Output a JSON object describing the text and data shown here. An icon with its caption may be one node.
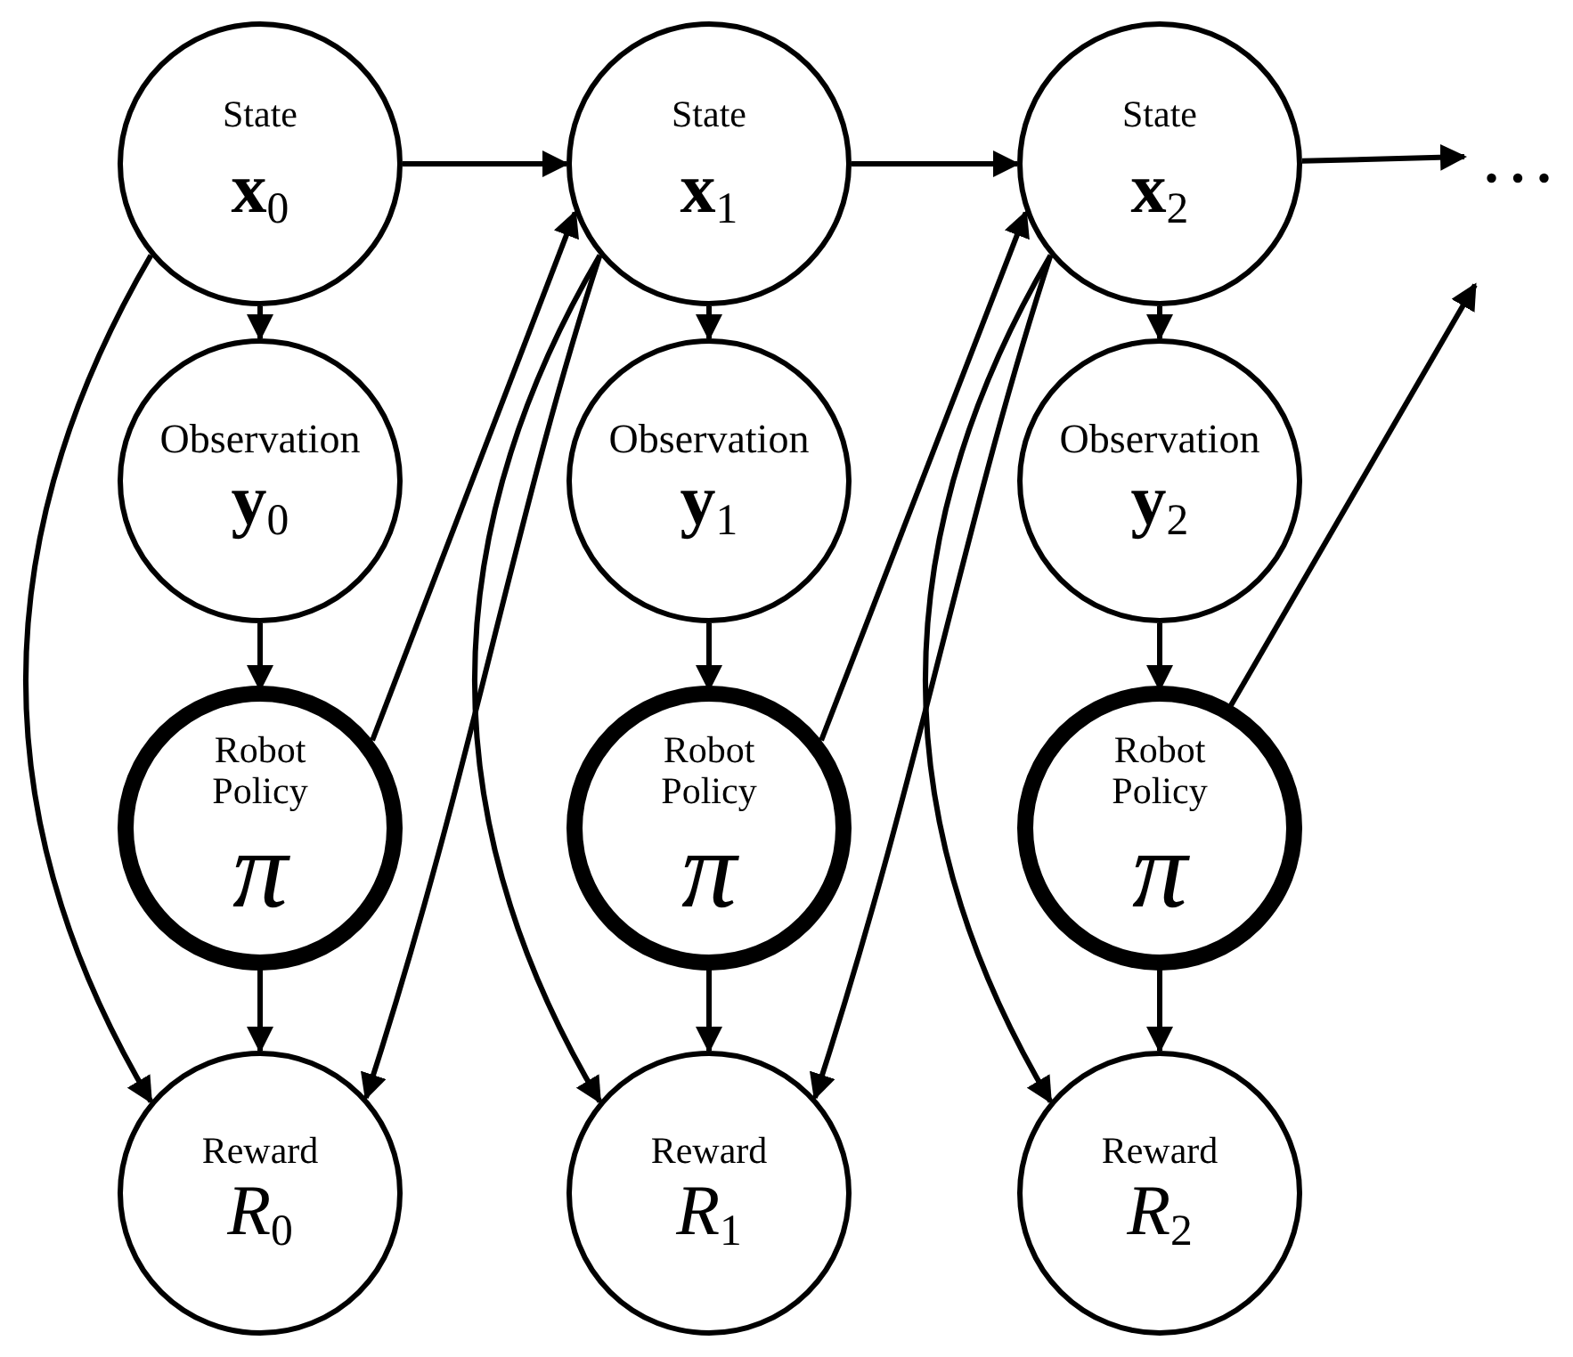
{
  "diagram": {
    "nodes": [
      {
        "text": [
          "State",
          "**x**$_{0}$"
        ]
      },
      {
        "text": [
          "Observation",
          "**y**$_{0}$"
        ]
      },
      {
        "text": [
          "Robot Policy",
          "π"
        ]
      },
      {
        "text": [
          "Reward",
          "*R*$_{0}$"
        ]
      },
      {
        "text": [
          "State",
          "**x**$_{1}$"
        ]
      },
      {
        "text": [
          "Observation",
          "**y**$_{1}$"
        ]
      },
      {
        "text": [
          "Robot Policy",
          "π"
        ]
      },
      {
        "text": [
          "Reward",
          "*R*$_{1}$"
        ]
      },
      {
        "text": [
          "State",
          "**x**$_{2}$"
        ]
      },
      {
        "text": [
          "Observation",
          "**y**$_{2}$"
        ]
      },
      {
        "text": [
          "Robot Policy",
          "π"
        ]
      },
      {
        "text": [
          "Reward",
          "*R*$_{2}$"
        ]
      },
      {
        "text": [
          "…"
        ]
      }
    ],
    "edges": [
      {
        "from": 0,
        "to": 1,
        "arrow": "to"
      },
      {
        "from": 1,
        "to": 2,
        "arrow": "to"
      },
      {
        "from": 2,
        "to": 3,
        "arrow": "to"
      },
      {
        "from": 0,
        "to": 3,
        "arrow": "to"
      },
      {
        "from": 0,
        "to": 4,
        "arrow": "to"
      },
      {
        "from": 2,
        "to": 4,
        "arrow": "to"
      },
      {
        "from": 4,
        "to": 3,
        "arrow": "to"
      },
      {
        "from": 4,
        "to": 5,
        "arrow": "to"
      },
      {
        "from": 5,
        "to": 6,
        "arrow": "to"
      },
      {
        "from": 6,
        "to": 7,
        "arrow": "to"
      },
      {
        "from": 4,
        "to": 7,
        "arrow": "to"
      },
      {
        "from": 4,
        "to": 8,
        "arrow": "to"
      },
      {
        "from": 6,
        "to": 8,
        "arrow": "to"
      },
      {
        "from": 8,
        "to": 7,
        "arrow": "to"
      },
      {
        "from": 8,
        "to": 9,
        "arrow": "to"
      },
      {
        "from": 9,
        "to": 10,
        "arrow": "to"
      },
      {
        "from": 10,
        "to": 11,
        "arrow": "to"
      },
      {
        "from": 8,
        "to": 11,
        "arrow": "to"
      },
      {
        "from": 8,
        "to": 12,
        "arrow": "to"
      },
      {
        "from": 10,
        "to": null,
        "arrow": "to"
      }
    ]
  }
}
